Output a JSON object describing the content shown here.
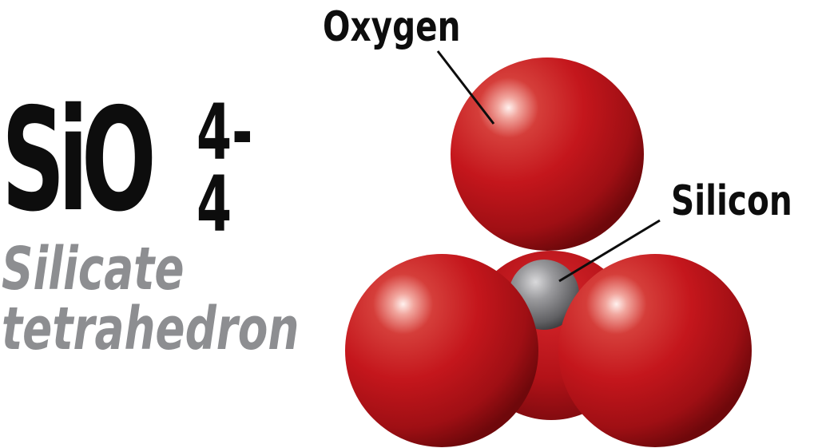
{
  "formula": {
    "base": "SiO",
    "charge": "4-",
    "subscript": "4"
  },
  "caption": {
    "line1": "Silicate",
    "line2": "tetrahedron"
  },
  "labels": {
    "oxygen": "Oxygen",
    "silicon": "Silicon"
  },
  "colors": {
    "oxygen_atom": "#c4161c",
    "silicon_atom": "#7d7d80",
    "caption_text": "#8d8e91",
    "formula_text": "#0d0d0d"
  }
}
